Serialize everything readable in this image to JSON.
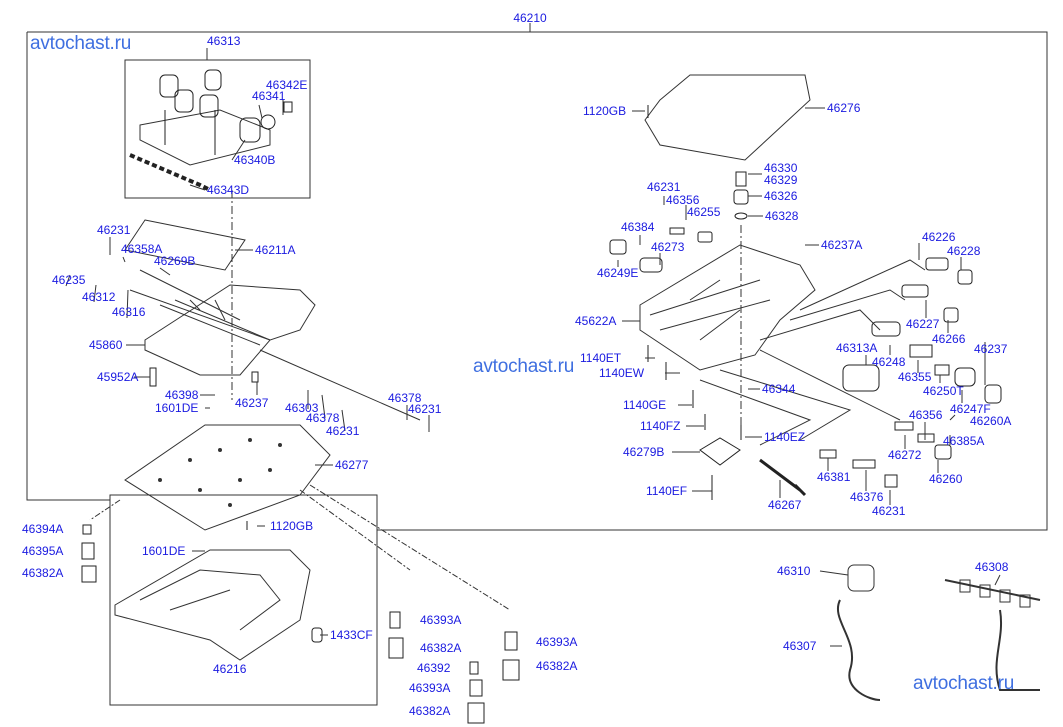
{
  "watermark": "avtochast.ru",
  "assembly": "46210",
  "colors": {
    "label": "#1a1ae0",
    "watermark": "#3f6fe0",
    "lines": "#333333"
  },
  "labels": [
    "46313",
    "46342E",
    "46341",
    "46340B",
    "46343D",
    "46211A",
    "46231",
    "46358A",
    "46269B",
    "46235",
    "46312",
    "46316",
    "45860",
    "45952A",
    "46398",
    "1601DE",
    "46237",
    "46303",
    "46378",
    "46231",
    "46378",
    "46231",
    "46277",
    "46394A",
    "46395A",
    "46382A",
    "1120GB",
    "1601DE",
    "1433CF",
    "46216",
    "46393A",
    "46382A",
    "46392",
    "46393A",
    "46382A",
    "46393A",
    "46382A",
    "1120GB",
    "46276",
    "46330",
    "46329",
    "46326",
    "46328",
    "46231",
    "46356",
    "46255",
    "46384",
    "46273",
    "46249E",
    "46237A",
    "46226",
    "46228",
    "45622A",
    "46227",
    "46266",
    "46313A",
    "46248",
    "46237",
    "46355",
    "46250T",
    "46247F",
    "46260A",
    "46356",
    "46385A",
    "46272",
    "46260",
    "46381",
    "46376",
    "46231",
    "46267",
    "1140ET",
    "1140EW",
    "46344",
    "1140GE",
    "1140FZ",
    "1140EZ",
    "46279B",
    "1140EF",
    "46310",
    "46308",
    "46307"
  ]
}
